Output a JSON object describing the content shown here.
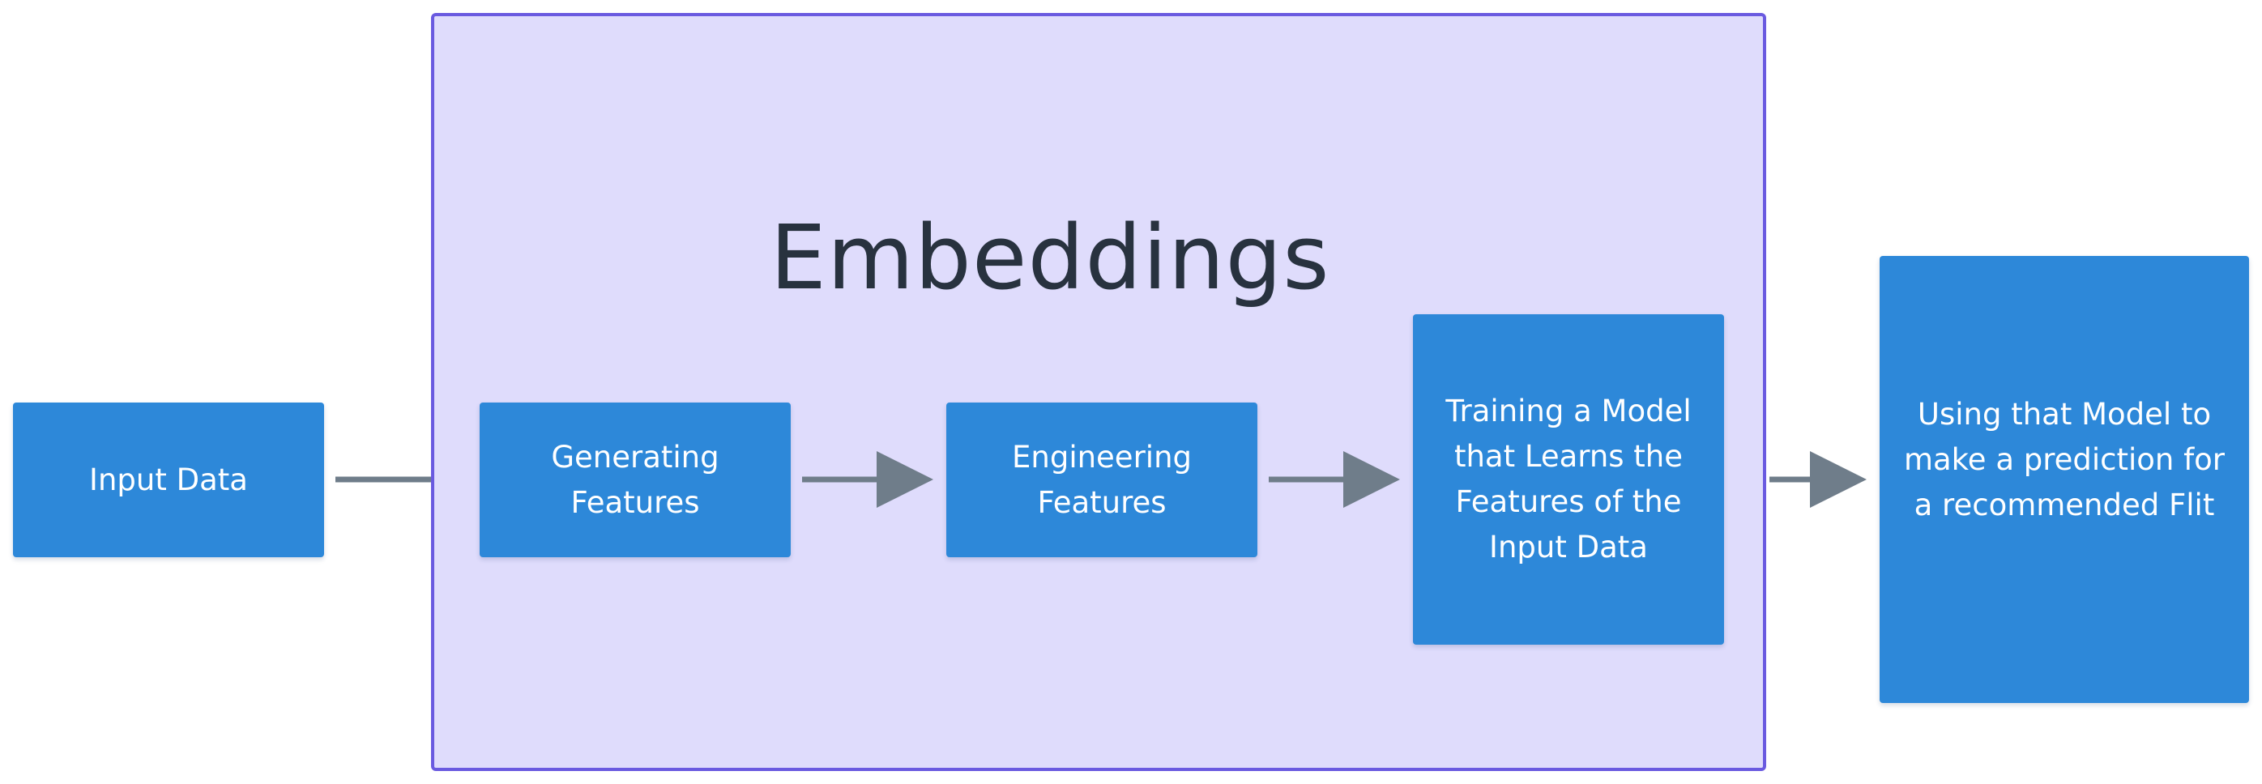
{
  "diagram": {
    "group": {
      "title": "Embeddings"
    },
    "nodes": {
      "input": "Input Data",
      "generating": "Generating\nFeatures",
      "engineering": "Engineering\nFeatures",
      "training": "Training a Model\nthat Learns the\nFeatures of the\nInput Data",
      "using": "Using that Model to\nmake a prediction for\na recommended Flit"
    },
    "edges": [
      {
        "from": "input",
        "to": "embeddings-group",
        "arrowhead": false
      },
      {
        "from": "generating",
        "to": "engineering",
        "arrowhead": true
      },
      {
        "from": "engineering",
        "to": "training",
        "arrowhead": true
      },
      {
        "from": "embeddings-group",
        "to": "using",
        "arrowhead": true
      }
    ],
    "colors": {
      "node_fill": "#2d88d9",
      "node_text": "#ffffff",
      "group_fill": "#dfdcfc",
      "group_border": "#6a5ae0",
      "title_text": "#28323f",
      "edge": "#6f7d8a"
    }
  }
}
